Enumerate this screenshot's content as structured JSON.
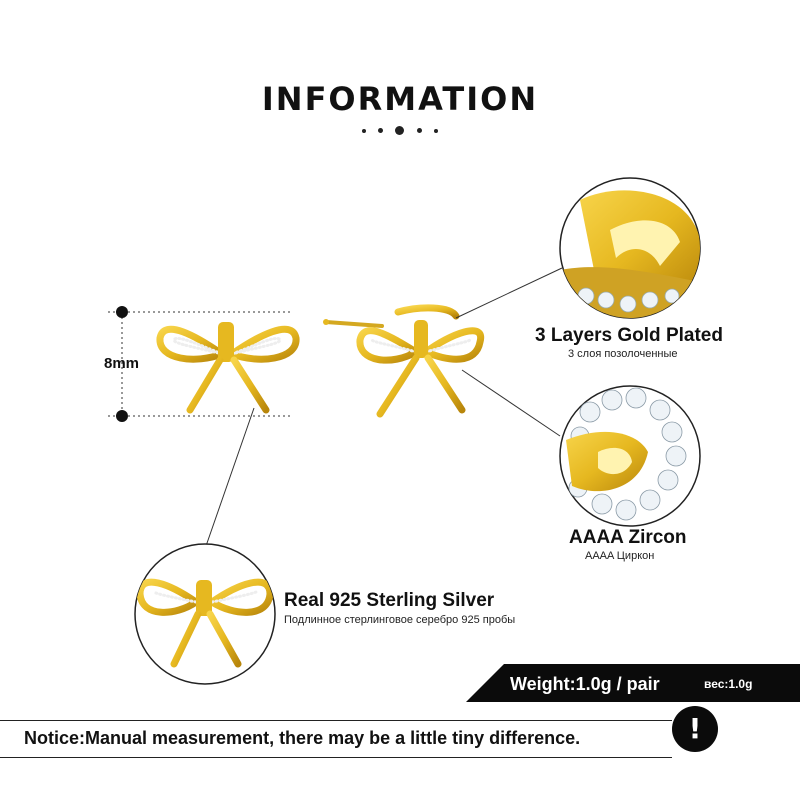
{
  "header": {
    "title": "INFORMATION"
  },
  "dimension": {
    "label": "8mm"
  },
  "features": [
    {
      "title": "3 Layers  Gold  Plated",
      "subtitle": "3 слоя позолоченные"
    },
    {
      "title": "AAAA  Zircon",
      "subtitle": "AAAA Циркон"
    },
    {
      "title": "Real 925  Sterling  Silver",
      "subtitle": "Подлинное стерлинговое серебро 925 пробы"
    }
  ],
  "weight": {
    "label": "Weight:1.0g / pair",
    "label_ru": "вес:1.0g"
  },
  "notice": {
    "text": "Notice:Manual measurement, there may be a little tiny difference.",
    "badge": "!"
  },
  "colors": {
    "gold": "#e6b820",
    "gold_dark": "#b8860b",
    "black": "#0b0b0b",
    "white": "#ffffff"
  }
}
